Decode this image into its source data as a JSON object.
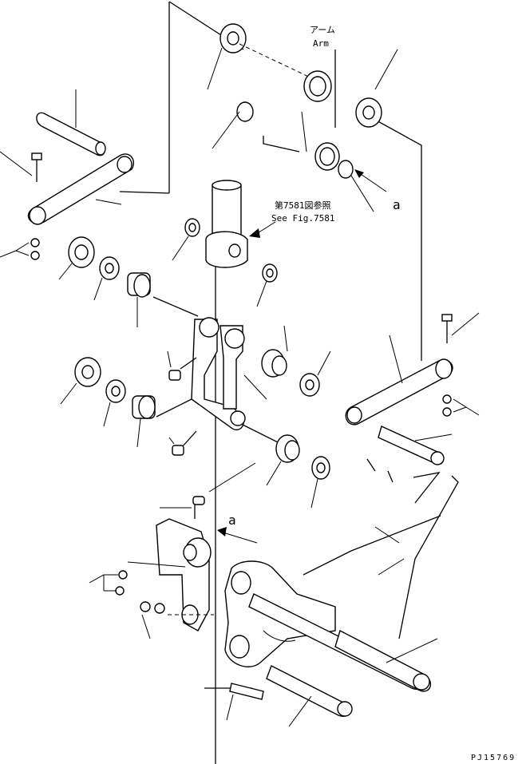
{
  "labels": {
    "arm_jp": "アーム",
    "arm_en": "Arm",
    "ref_jp": "第7581図参照",
    "ref_en": "See Fig.7581",
    "callout_a_top": "a",
    "callout_a_bottom": "a",
    "drawing_number": "PJ15769"
  }
}
